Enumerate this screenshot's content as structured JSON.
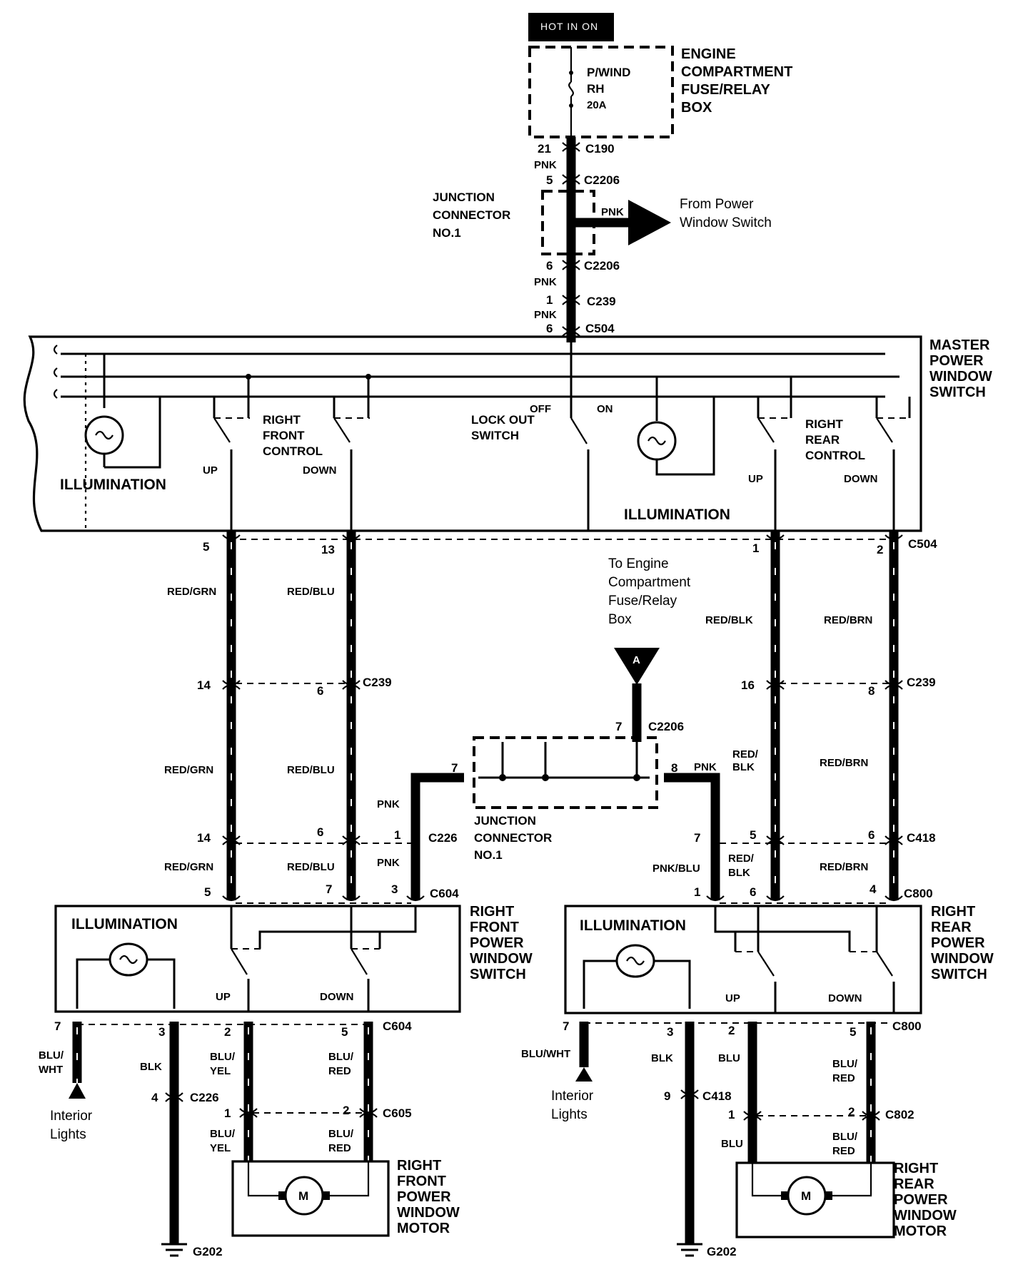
{
  "header": {
    "hot_in_on": "HOT IN ON"
  },
  "fuse_box": {
    "title": [
      "ENGINE",
      "COMPARTMENT",
      "FUSE/RELAY",
      "BOX"
    ],
    "fuse_name": [
      "P/WIND",
      "RH"
    ],
    "fuse_rating": "20A"
  },
  "connectors": {
    "c190": "C190",
    "c2206": "C2206",
    "c239": "C239",
    "c504": "C504",
    "c226": "C226",
    "c604": "C604",
    "c418": "C418",
    "c800": "C800",
    "c605": "C605",
    "c802": "C802"
  },
  "pins": {
    "p21": "21",
    "p5": "5",
    "p6": "6",
    "p1": "1",
    "p13": "13",
    "p2": "2",
    "p14": "14",
    "p16": "16",
    "p8": "8",
    "p7": "7",
    "p3": "3",
    "p4": "4",
    "p9": "9"
  },
  "wires": {
    "pnk": "PNK",
    "red_grn": "RED/GRN",
    "red_blu": "RED/BLU",
    "red_blk": "RED/BLK",
    "red_blk_1": "RED/",
    "red_blk_2": "BLK",
    "red_brn": "RED/BRN",
    "pnk_blu": "PNK/BLU",
    "blu_wht": "BLU/WHT",
    "blu_wht_1": "BLU/",
    "blu_wht_2": "WHT",
    "blk": "BLK",
    "blu_yel_1": "BLU/",
    "blu_yel_2": "YEL",
    "blu_red_1": "BLU/",
    "blu_red_2": "RED",
    "blu": "BLU"
  },
  "junction": {
    "title": [
      "JUNCTION",
      "CONNECTOR",
      "NO.1"
    ]
  },
  "from_switch": [
    "From Power",
    "Window Switch"
  ],
  "to_engine": [
    "To Engine",
    "Compartment",
    "Fuse/Relay",
    "Box"
  ],
  "ref_marker": "A",
  "master_switch": {
    "title": [
      "MASTER",
      "POWER",
      "WINDOW",
      "SWITCH"
    ],
    "illumination": "ILLUMINATION",
    "right_front_control": [
      "RIGHT",
      "FRONT",
      "CONTROL"
    ],
    "right_rear_control": [
      "RIGHT",
      "REAR",
      "CONTROL"
    ],
    "lock_out_switch": [
      "LOCK OUT",
      "SWITCH"
    ],
    "off": "OFF",
    "on": "ON",
    "up": "UP",
    "down": "DOWN"
  },
  "rf_switch": {
    "title": [
      "RIGHT",
      "FRONT",
      "POWER",
      "WINDOW",
      "SWITCH"
    ],
    "illumination": "ILLUMINATION",
    "up": "UP",
    "down": "DOWN"
  },
  "rr_switch": {
    "title": [
      "RIGHT",
      "REAR",
      "POWER",
      "WINDOW",
      "SWITCH"
    ],
    "illumination": "ILLUMINATION",
    "up": "UP",
    "down": "DOWN"
  },
  "interior_lights": [
    "Interior",
    "Lights"
  ],
  "rf_motor": {
    "title": [
      "RIGHT",
      "FRONT",
      "POWER",
      "WINDOW",
      "MOTOR"
    ],
    "symbol": "M"
  },
  "rr_motor": {
    "title": [
      "RIGHT",
      "REAR",
      "POWER",
      "WINDOW",
      "MOTOR"
    ],
    "symbol": "M"
  },
  "ground": "G202"
}
